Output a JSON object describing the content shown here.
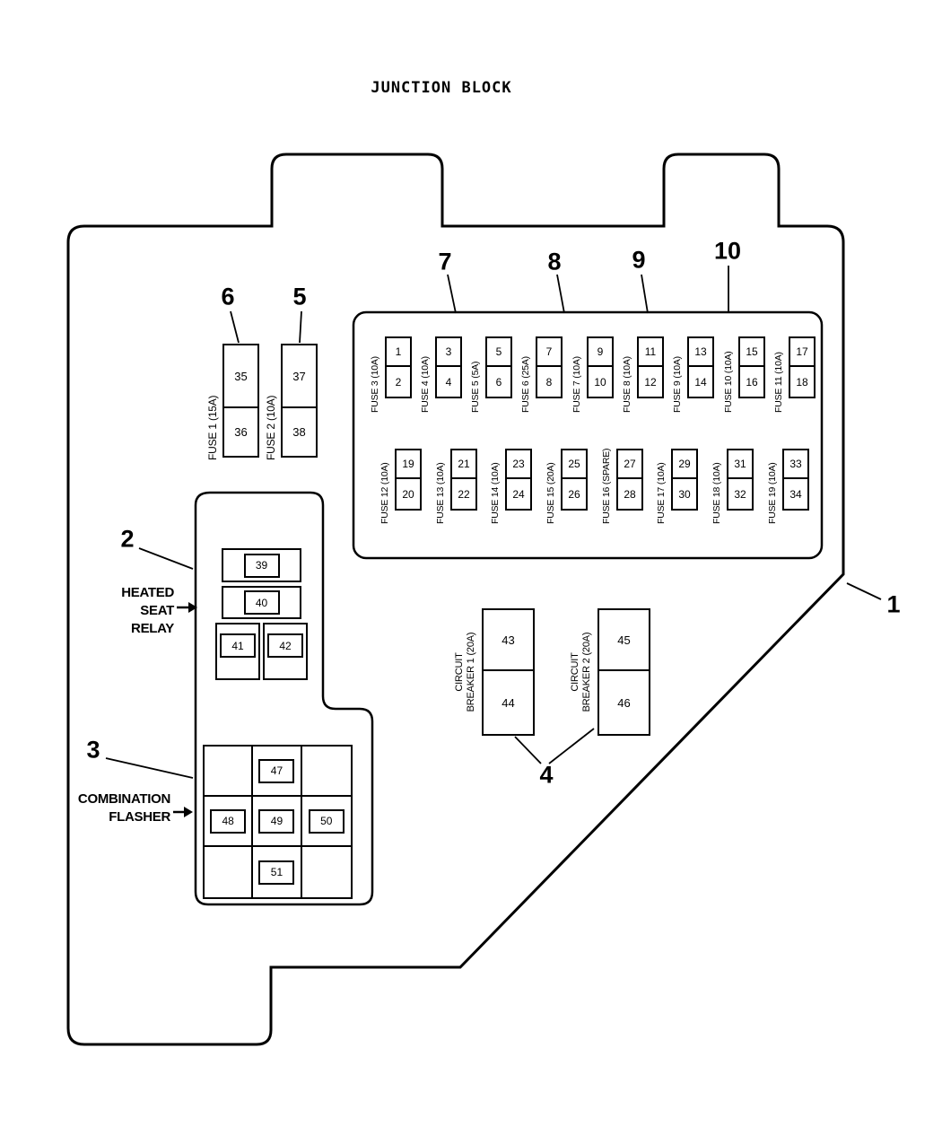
{
  "title": "JUNCTION BLOCK",
  "callouts": {
    "c1": "1",
    "c2": "2",
    "c3": "3",
    "c4": "4",
    "c5": "5",
    "c6": "6",
    "c7": "7",
    "c8": "8",
    "c9": "9",
    "c10": "10"
  },
  "side_fuses": [
    {
      "label": "FUSE 1 (15A)",
      "cells": [
        "35",
        "36"
      ]
    },
    {
      "label": "FUSE 2 (10A)",
      "cells": [
        "37",
        "38"
      ]
    }
  ],
  "panel": {
    "top_row": [
      {
        "label": "FUSE 3 (10A)",
        "cells": [
          "1",
          "2"
        ]
      },
      {
        "label": "FUSE 4 (10A)",
        "cells": [
          "3",
          "4"
        ]
      },
      {
        "label": "FUSE 5 (5A)",
        "cells": [
          "5",
          "6"
        ]
      },
      {
        "label": "FUSE 6 (25A)",
        "cells": [
          "7",
          "8"
        ]
      },
      {
        "label": "FUSE 7 (10A)",
        "cells": [
          "9",
          "10"
        ]
      },
      {
        "label": "FUSE 8 (10A)",
        "cells": [
          "11",
          "12"
        ]
      },
      {
        "label": "FUSE 9 (10A)",
        "cells": [
          "13",
          "14"
        ]
      },
      {
        "label": "FUSE 10 (10A)",
        "cells": [
          "15",
          "16"
        ]
      },
      {
        "label": "FUSE 11 (10A)",
        "cells": [
          "17",
          "18"
        ]
      }
    ],
    "bottom_row": [
      {
        "label": "FUSE 12 (10A)",
        "cells": [
          "19",
          "20"
        ]
      },
      {
        "label": "FUSE 13 (10A)",
        "cells": [
          "21",
          "22"
        ]
      },
      {
        "label": "FUSE 14 (10A)",
        "cells": [
          "23",
          "24"
        ]
      },
      {
        "label": "FUSE 15 (20A)",
        "cells": [
          "25",
          "26"
        ]
      },
      {
        "label": "FUSE 16 (SPARE)",
        "cells": [
          "27",
          "28"
        ]
      },
      {
        "label": "FUSE 17 (10A)",
        "cells": [
          "29",
          "30"
        ]
      },
      {
        "label": "FUSE 18 (10A)",
        "cells": [
          "31",
          "32"
        ]
      },
      {
        "label": "FUSE 19 (10A)",
        "cells": [
          "33",
          "34"
        ]
      }
    ]
  },
  "relay": {
    "label_lines": [
      "HEATED",
      "SEAT",
      "RELAY"
    ],
    "cells": [
      "39",
      "40",
      "41",
      "42"
    ]
  },
  "flasher": {
    "label_lines": [
      "COMBINATION",
      "FLASHER"
    ],
    "cells": [
      "47",
      "48",
      "49",
      "50",
      "51"
    ]
  },
  "circuit_breakers": [
    {
      "label_lines": [
        "CIRCUIT",
        "BREAKER 1 (20A)"
      ],
      "cells": [
        "43",
        "44"
      ]
    },
    {
      "label_lines": [
        "CIRCUIT",
        "BREAKER 2 (20A)"
      ],
      "cells": [
        "45",
        "46"
      ]
    }
  ],
  "colors": {
    "line": "#000000",
    "background": "#ffffff"
  }
}
